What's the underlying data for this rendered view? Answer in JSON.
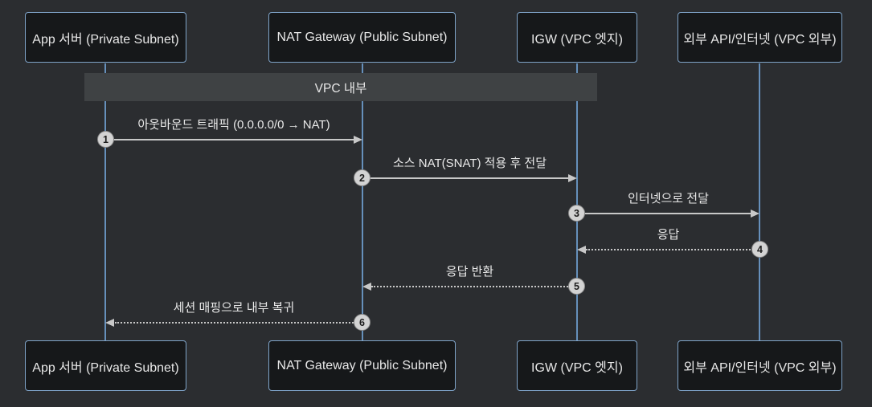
{
  "diagram": {
    "type": "sequence-diagram",
    "band_label": "VPC 내부",
    "participants": [
      {
        "label": "App 서버 (Private Subnet)"
      },
      {
        "label": "NAT Gateway (Public Subnet)"
      },
      {
        "label": "IGW (VPC 엣지)"
      },
      {
        "label": "외부 API/인터넷 (VPC 외부)"
      }
    ],
    "messages": [
      {
        "num": "1",
        "label": "아웃바운드 트래픽 (0.0.0.0/0 → NAT)",
        "from": "App 서버 (Private Subnet)",
        "to": "NAT Gateway (Public Subnet)",
        "line": "solid"
      },
      {
        "num": "2",
        "label": "소스 NAT(SNAT) 적용 후 전달",
        "from": "NAT Gateway (Public Subnet)",
        "to": "IGW (VPC 엣지)",
        "line": "solid"
      },
      {
        "num": "3",
        "label": "인터넷으로 전달",
        "from": "IGW (VPC 엣지)",
        "to": "외부 API/인터넷 (VPC 외부)",
        "line": "solid"
      },
      {
        "num": "4",
        "label": "응답",
        "from": "외부 API/인터넷 (VPC 외부)",
        "to": "IGW (VPC 엣지)",
        "line": "dotted"
      },
      {
        "num": "5",
        "label": "응답 반환",
        "from": "IGW (VPC 엣지)",
        "to": "NAT Gateway (Public Subnet)",
        "line": "dotted"
      },
      {
        "num": "6",
        "label": "세션 매핑으로 내부 복귀",
        "from": "NAT Gateway (Public Subnet)",
        "to": "App 서버 (Private Subnet)",
        "line": "dotted"
      }
    ],
    "colors": {
      "background": "#2b2d30",
      "actor_fill": "#16181a",
      "actor_border": "#7fa4c9",
      "lifeline": "#6690bb",
      "band_fill": "#3f4244",
      "arrow": "#c8c8c8",
      "badge_fill": "#d3d3d3",
      "text": "#e8e8e8"
    }
  }
}
